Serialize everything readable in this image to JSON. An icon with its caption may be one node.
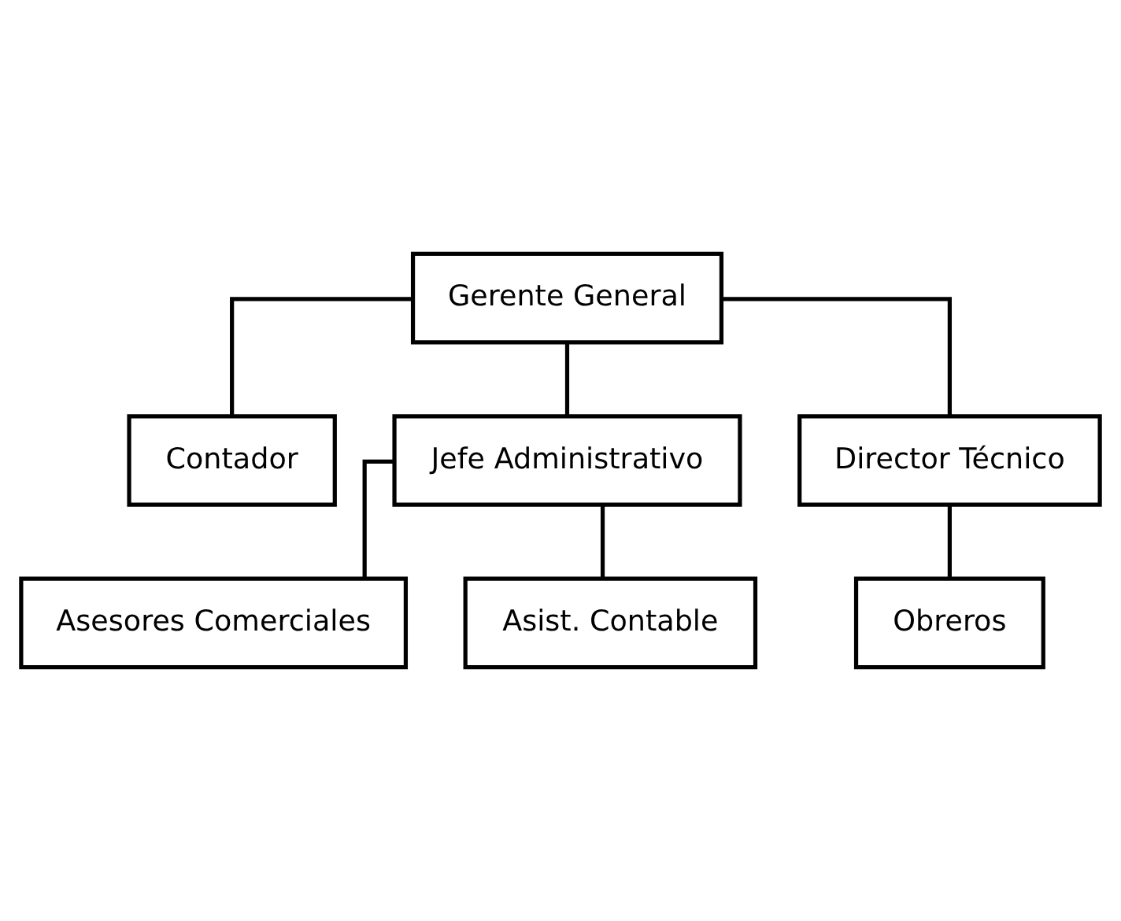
{
  "diagram": {
    "nodes": [
      {
        "text": [
          "Gerente General"
        ]
      },
      {
        "text": [
          "Contador"
        ]
      },
      {
        "text": [
          "Jefe Administrativo"
        ]
      },
      {
        "text": [
          "Director Técnico"
        ]
      },
      {
        "text": [
          "Asesores Comerciales"
        ]
      },
      {
        "text": [
          "Asist. Contable"
        ]
      },
      {
        "text": [
          "Obreros"
        ]
      }
    ],
    "edges": [
      {
        "from": 0,
        "to": 1,
        "arrow": "none"
      },
      {
        "from": 0,
        "to": 2,
        "arrow": "none"
      },
      {
        "from": 0,
        "to": 3,
        "arrow": "none"
      },
      {
        "from": 2,
        "to": 4,
        "arrow": "none"
      },
      {
        "from": 2,
        "to": 5,
        "arrow": "none"
      },
      {
        "from": 3,
        "to": 6,
        "arrow": "none"
      }
    ]
  }
}
